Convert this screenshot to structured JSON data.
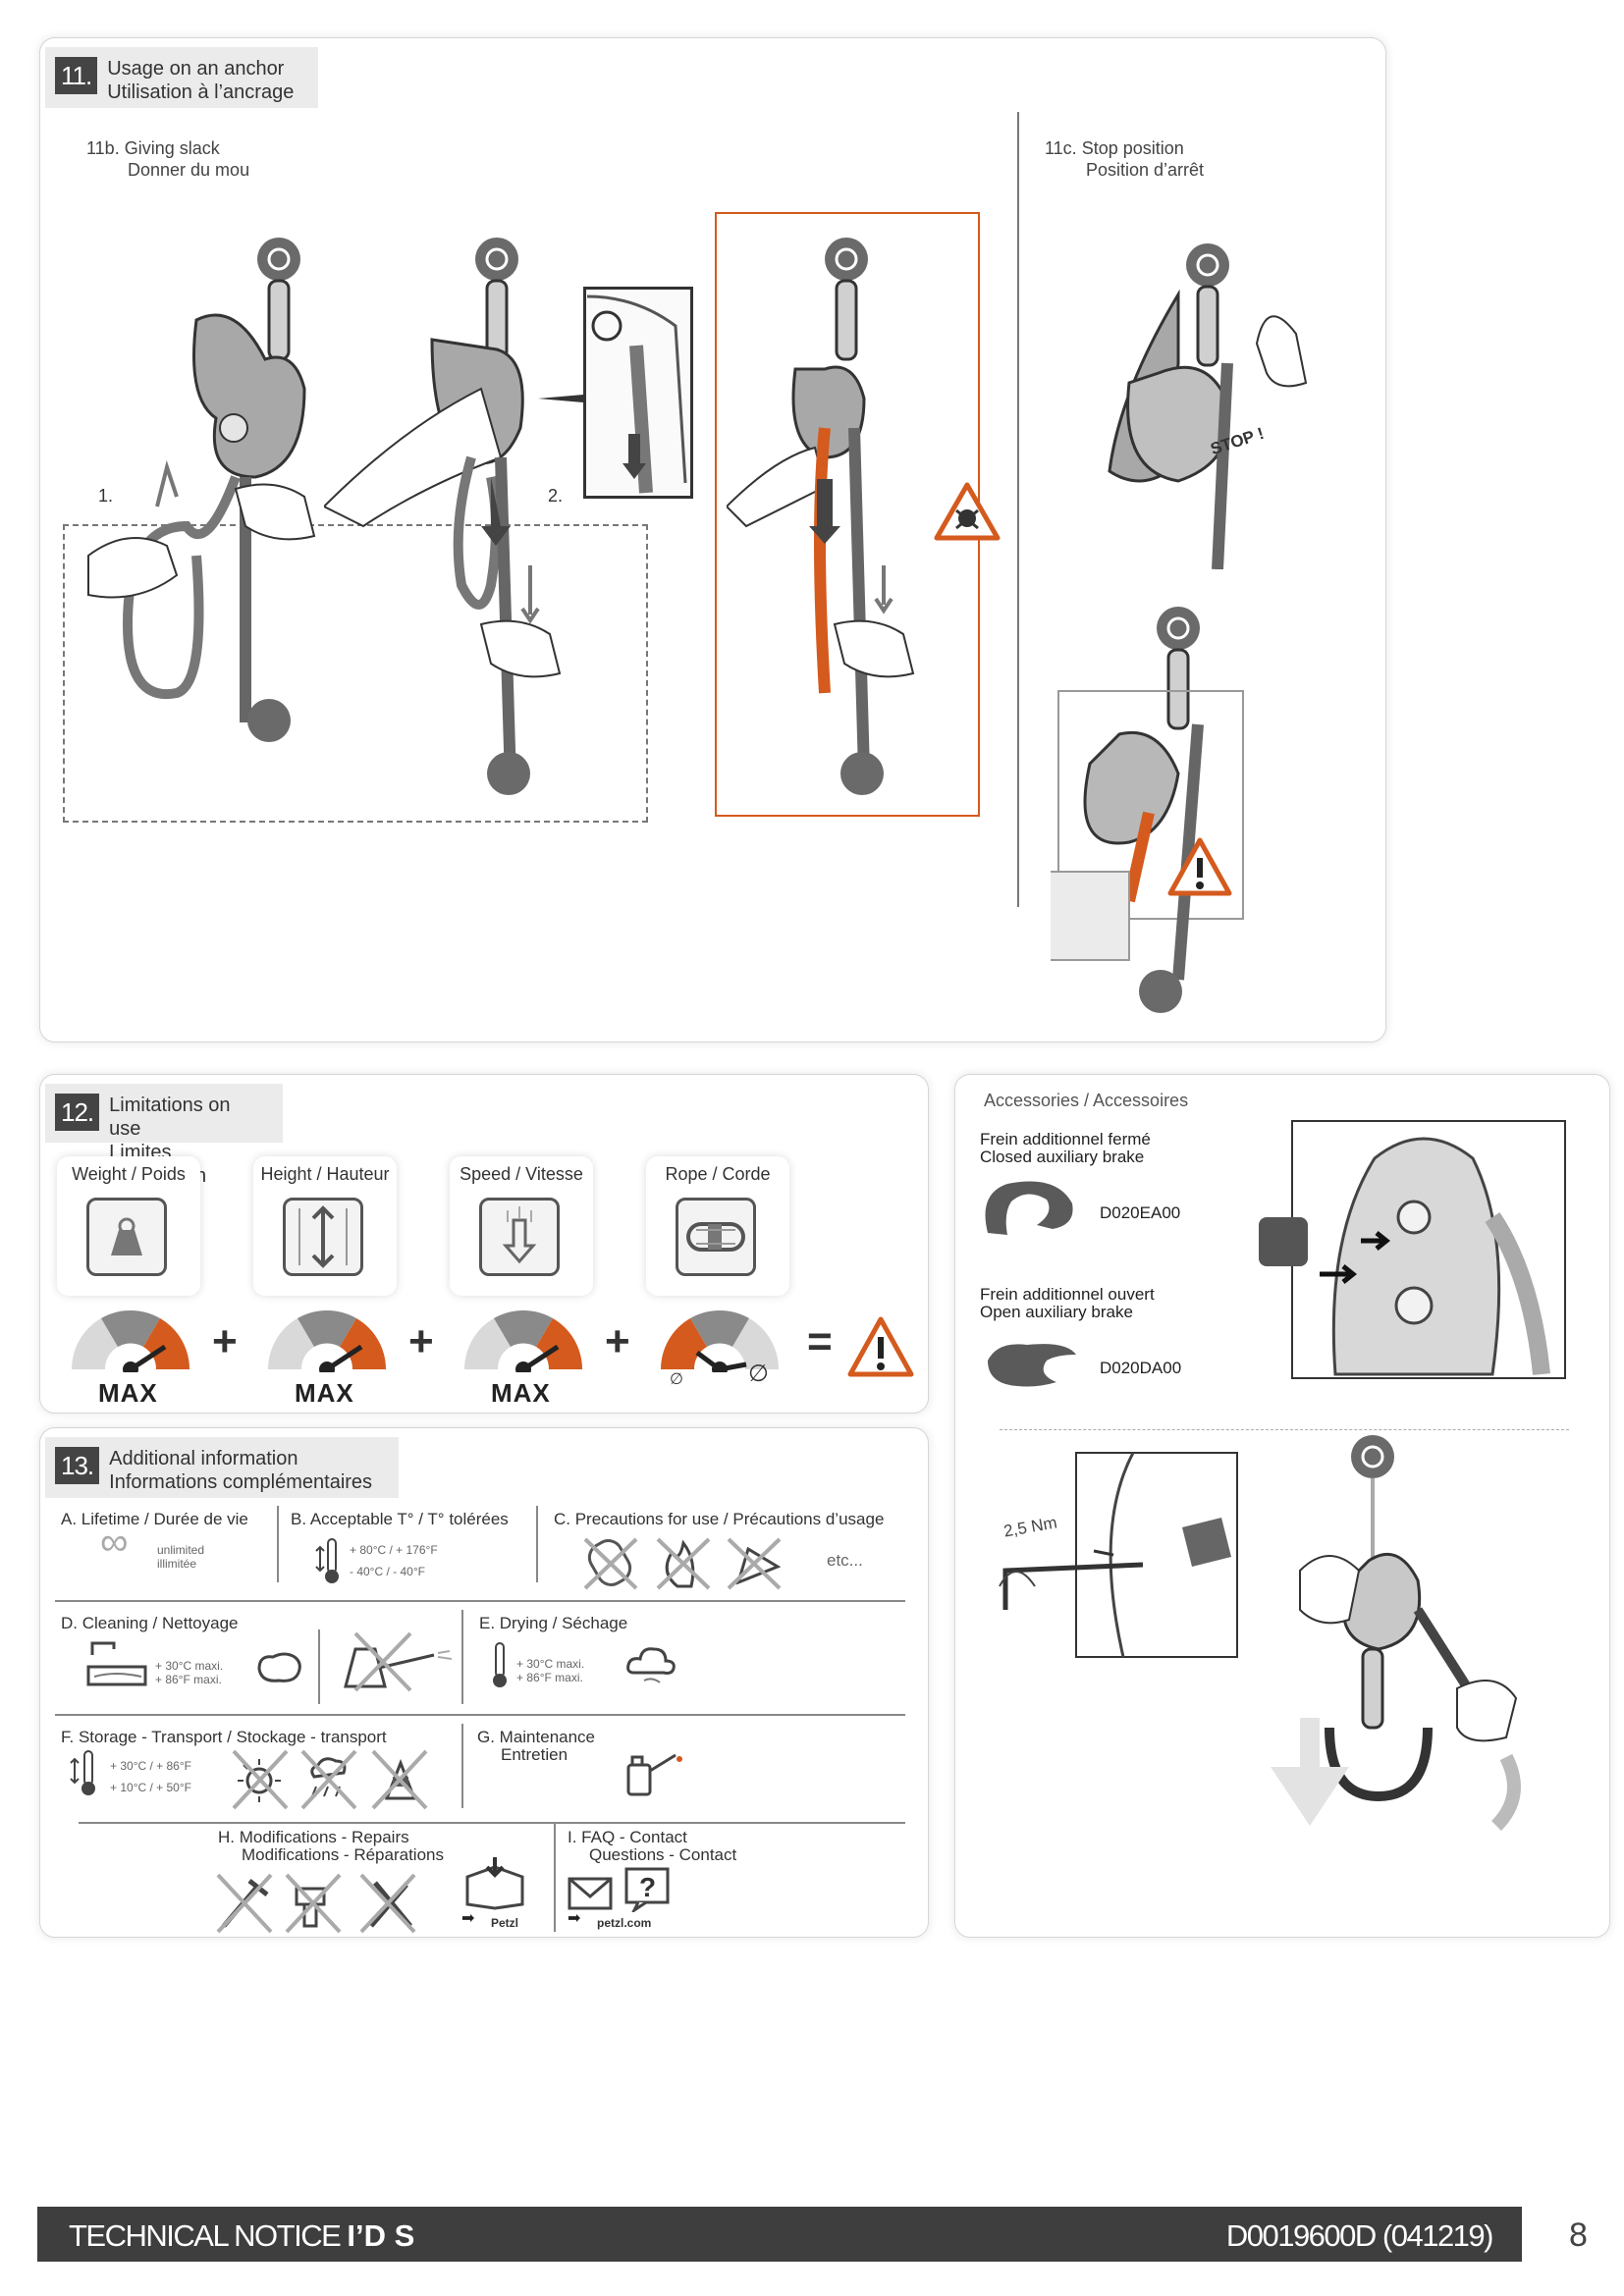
{
  "s11": {
    "num": "11.",
    "title_en": "Usage on an anchor",
    "title_fr": "Utilisation à l’ancrage",
    "b_en": "11b. Giving slack",
    "b_fr": "Donner du mou",
    "c_en": "11c. Stop position",
    "c_fr": "Position d’arrêt",
    "step1": "1.",
    "step2": "2.",
    "stop": "STOP !"
  },
  "s12": {
    "num": "12.",
    "title_en": "Limitations on use",
    "title_fr": "Limites d’utilisation",
    "cards": [
      "Weight / Poids",
      "Height / Hauteur",
      "Speed / Vitesse",
      "Rope / Corde"
    ],
    "max": "MAX",
    "plus": "+",
    "equals": "=",
    "null_symbol": "∅"
  },
  "s13": {
    "num": "13.",
    "title_en": "Additional information",
    "title_fr": "Informations complémentaires",
    "a": "A. Lifetime / Durée de vie",
    "a_unl1": "unlimited",
    "a_unl2": "illimitée",
    "b": "B. Acceptable T° / T° tolérées",
    "b_t1": "+ 80°C / + 176°F",
    "b_t2": "- 40°C / - 40°F",
    "c": "C. Precautions for use / Précautions d’usage",
    "c_etc": "etc...",
    "d": "D. Cleaning / Nettoyage",
    "d_t1": "+ 30°C maxi.",
    "d_t2": "+ 86°F maxi.",
    "e": "E. Drying / Séchage",
    "e_t1": "+ 30°C maxi.",
    "e_t2": "+ 86°F maxi.",
    "f": "F. Storage - Transport / Stockage - transport",
    "f_t1": "+ 30°C / + 86°F",
    "f_t2": "+ 10°C / + 50°F",
    "g1": "G. Maintenance",
    "g2": "Entretien",
    "h1": "H. Modifications - Repairs",
    "h2": "Modifications - Réparations",
    "h_petzl": "Petzl",
    "i1": "I. FAQ - Contact",
    "i2": "Questions - Contact",
    "i_site": "petzl.com"
  },
  "acc": {
    "title": "Accessories / Accessoires",
    "closed_fr": "Frein additionnel fermé",
    "closed_en": "Closed auxiliary brake",
    "closed_code": "D020EA00",
    "open_fr": "Frein additionnel ouvert",
    "open_en": "Open auxiliary brake",
    "open_code": "D020DA00",
    "torque": "2,5 Nm"
  },
  "footer": {
    "left_plain": "TECHNICAL NOTICE ",
    "left_bold": "I’D S",
    "right": "D0019600D (041219)",
    "page": "8"
  },
  "colors": {
    "orange": "#d45a1e",
    "grey_dark": "#3e3e3e",
    "grey_fill": "#8a8a8a"
  }
}
